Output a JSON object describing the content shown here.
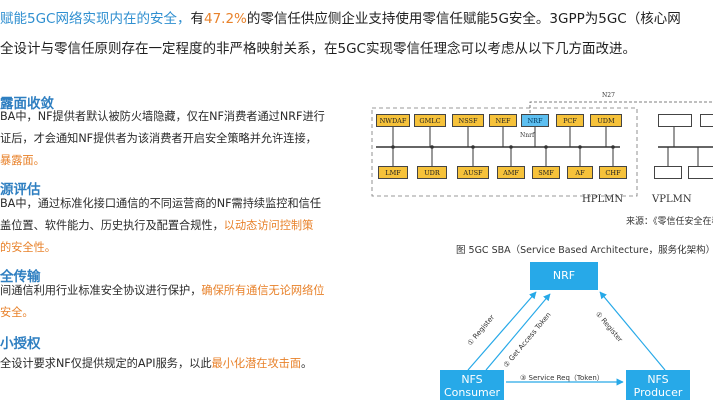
{
  "intro": {
    "line1_a": "赋能5GC网络实现内在的安全，",
    "line1_b": "有",
    "line1_pct": "47.2%",
    "line1_c": "的零信任供应侧企业支持使用零信任赋能5G安全。3GPP为5GC（核心网",
    "line2": "全设计与零信任原则存在一定程度的非严格映射关系，在5GC实现零信任理念可以考虑从以下几方面改进。"
  },
  "sections": [
    {
      "heading": "露面收敛",
      "lines": [
        "BA中，NF提供者默认被防火墙隐藏，仅在NF消费者通过NRF进行",
        "证后，才会通知NF提供者为该消费者开启安全策略并允许连接，"
      ],
      "highlight": "暴露面。"
    },
    {
      "heading": "源评估",
      "lines": [
        "BA中，通过标准化接口通信的不同运营商的NF需持续监控和信任",
        "盖位置、软件能力、历史执行及配置合规性，"
      ],
      "highlight_inline": "以动态访问控制策",
      "highlight": "的安全性。"
    },
    {
      "heading": "全传输",
      "lines": [
        "间通信利用行业标准安全协议进行保护，"
      ],
      "highlight_inline": "确保所有通信无论网络位",
      "highlight": "安全。"
    },
    {
      "heading": "小授权",
      "lines": [
        "全设计要求NF仅提供规定的API服务，以此"
      ],
      "highlight_inline": "最小化潜在攻击面",
      "tail": "。"
    }
  ],
  "arch_diagram": {
    "top_row": [
      "NWDAF",
      "GMLC",
      "NSSF",
      "NEF",
      "NRF",
      "PCF",
      "UDM"
    ],
    "bottom_row": [
      "LMF",
      "UDR",
      "AUSF",
      "AMF",
      "SMF",
      "AF",
      "CHF"
    ],
    "n27_label": "N27",
    "nnrf_label": "Nnrf",
    "hplmn_label": "HPLMN",
    "vplmn_label": "VPLMN",
    "source_text": "来源：《零信任安全在移动"
  },
  "sba_diagram": {
    "caption": "图 5GC SBA（Service Based Architecture，服务化架构）",
    "nrf": "NRF",
    "consumer_line1": "NFS",
    "consumer_line2": "Consumer",
    "producer_line1": "NFS",
    "producer_line2": "Producer",
    "edge_register_left": "① Register",
    "edge_get_token": "② Get Access Token",
    "edge_register_right": "① Register",
    "edge_service_req": "③ Service Req（Token）"
  },
  "colors": {
    "heading_blue": "#2f7fc1",
    "highlight_orange": "#e8822b",
    "nf_yellow": "#f6c23a",
    "nrf_blue": "#5dbff0",
    "sba_box_blue": "#27a9e8"
  }
}
